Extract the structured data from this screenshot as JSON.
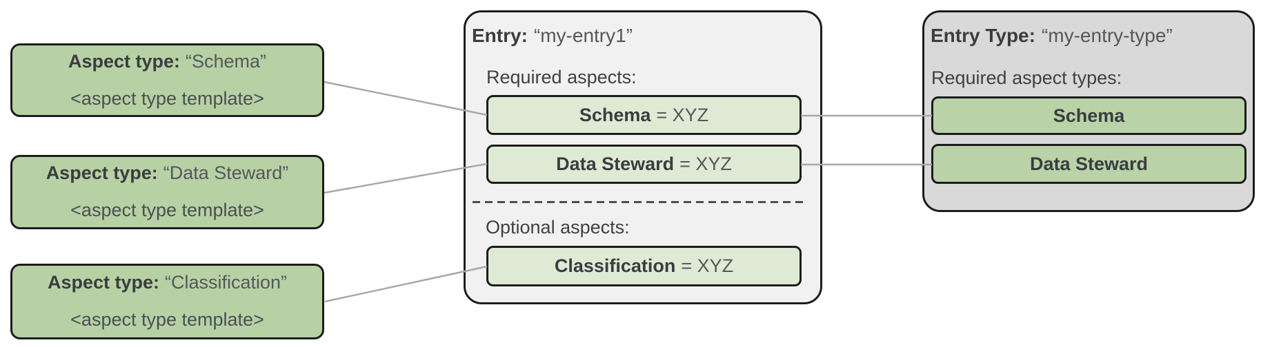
{
  "colors": {
    "aspect_green": "#b7d1a5",
    "aspect_light_green": "#dfead4",
    "entry_container_bg": "#f1f1f1",
    "entry_type_container_bg": "#d9d9d9",
    "box_border": "#1c1c1c",
    "connector_gray": "#a8a8a8"
  },
  "aspect_types": [
    {
      "label": "Aspect type:",
      "name": "“Schema”",
      "template": "<aspect type template>"
    },
    {
      "label": "Aspect type:",
      "name": "“Data Steward”",
      "template": "<aspect type template>"
    },
    {
      "label": "Aspect type:",
      "name": "“Classification”",
      "template": "<aspect type template>"
    }
  ],
  "entry": {
    "label": "Entry:",
    "name": "“my-entry1”",
    "required_heading": "Required aspects:",
    "optional_heading": "Optional aspects:",
    "required_aspects": [
      {
        "name": "Schema",
        "value": "= XYZ"
      },
      {
        "name": "Data Steward",
        "value": "= XYZ"
      }
    ],
    "optional_aspects": [
      {
        "name": "Classification",
        "value": "= XYZ"
      }
    ]
  },
  "entry_type": {
    "label": "Entry Type:",
    "name": "“my-entry-type”",
    "required_heading": "Required aspect types:",
    "aspect_types": [
      {
        "name": "Schema"
      },
      {
        "name": "Data Steward"
      }
    ]
  }
}
